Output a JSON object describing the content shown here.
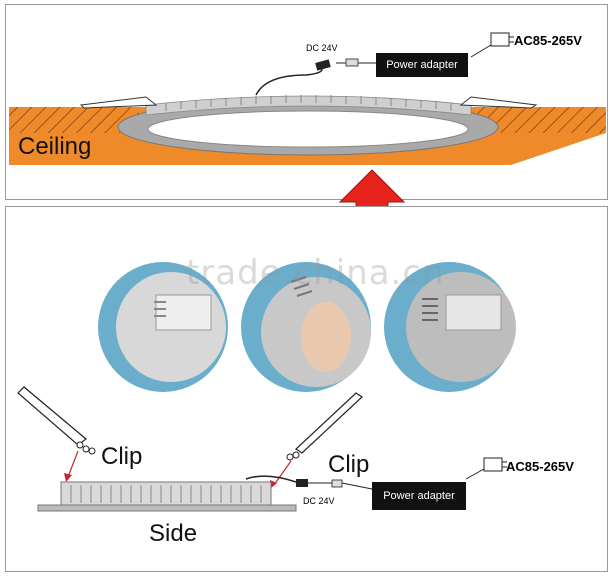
{
  "top": {
    "ceiling_label": "Ceiling",
    "dc_label": "DC 24V",
    "adapter_label": "Power adapter",
    "ac_label": "AC85-265V"
  },
  "bottom": {
    "clip_label_left": "Clip",
    "clip_label_right": "Clip",
    "side_label": "Side",
    "dc_label": "DC 24V",
    "adapter_label": "Power adapter",
    "ac_label": "AC85-265V"
  },
  "watermark": "trade.china.cn",
  "colors": {
    "ceiling": "#ee8a2a",
    "arrow": "#e8231c",
    "panel_gray": "#b9b9b9",
    "adapter": "#111111"
  }
}
